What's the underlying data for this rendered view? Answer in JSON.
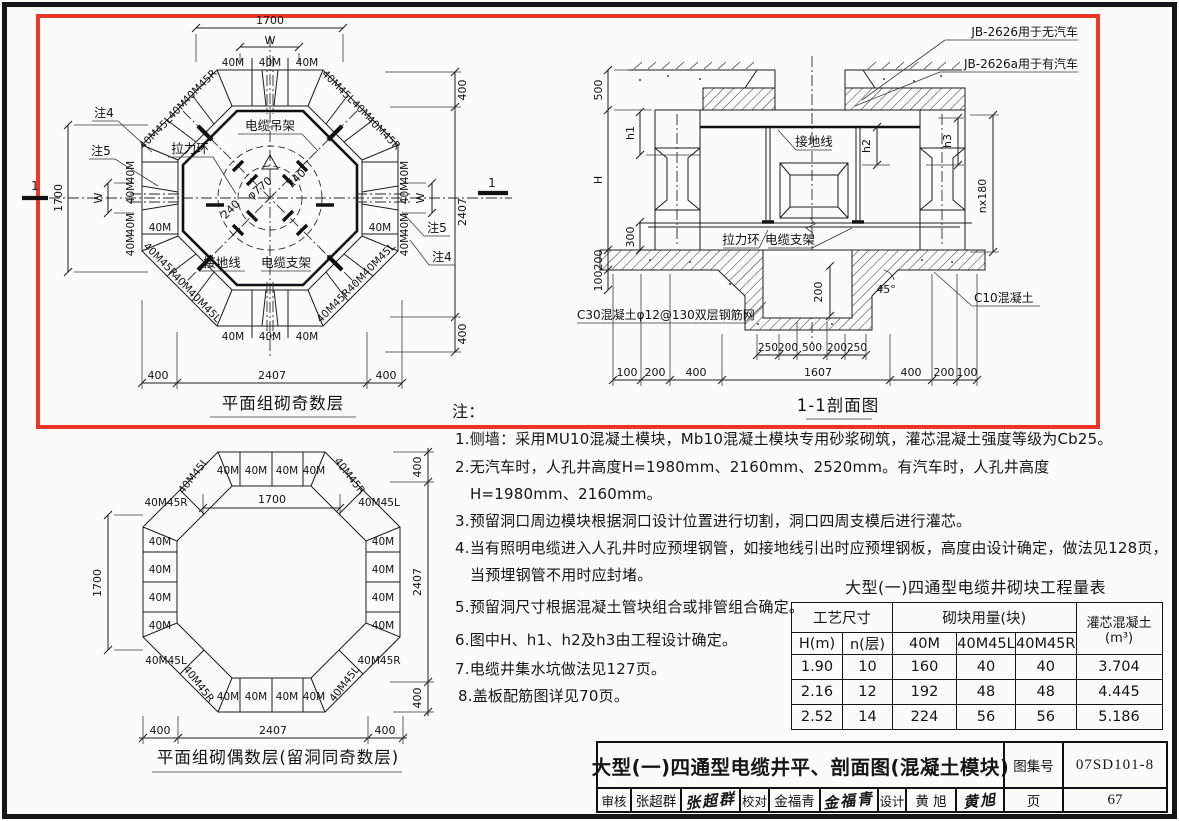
{
  "blocks": {
    "m": "40M",
    "l": "40M45L",
    "r": "40M45R"
  },
  "dims": {
    "d1700": "1700",
    "d2407": "2407",
    "d400": "400",
    "d240": "240",
    "d250": "250",
    "d500": "500",
    "d300": "300",
    "d200": "200",
    "d100": "100",
    "d1607": "1607",
    "w": "W",
    "phi770": "φ770",
    "h": "H",
    "h1": "h1",
    "h2": "h2",
    "h3": "h3",
    "nx180": "nx180",
    "a45": "45°"
  },
  "ann": {
    "cable_hanger": "电缆吊架",
    "pull_ring": "拉力环",
    "ground_wire": "接地线",
    "cable_bracket": "电缆支架",
    "note4": "注4",
    "note5": "注5",
    "sec1": "1",
    "jb_no_car": "JB-2626用于无汽车",
    "jb_car": "JB-2626a用于有汽车",
    "c30": "C30混凝土φ12@130双层钢筋网",
    "c10": "C10混凝土"
  },
  "captions": {
    "plan_odd": "平面组砌奇数层",
    "plan_even": "平面组砌偶数层(留洞同奇数层)",
    "section": "1-1剖面图"
  },
  "notes": {
    "heading": "注：",
    "lines": [
      "1.侧墙：采用MU10混凝土模块，Mb10混凝土模块专用砂浆砌筑，灌芯混凝土强度等级为Cb25。",
      "2.无汽车时，人孔井高度H=1980mm、2160mm、2520mm。有汽车时，人孔井高度",
      "H=1980mm、2160mm。",
      "3.预留洞口周边模块根据洞口设计位置进行切割，洞口四周支模后进行灌芯。",
      "4.当有照明电缆进入人孔井时应预埋钢管，如接地线引出时应预埋钢板，高度由设计确定，做法见128页，",
      "当预埋钢管不用时应封堵。",
      "5.预留洞尺寸根据混凝土管块组合或排管组合确定。",
      "6.图中H、h1、h2及h3由工程设计确定。",
      "7.电缆井集水坑做法见127页。",
      "8.盖板配筋图详见70页。"
    ]
  },
  "table": {
    "title": "大型(一)四通型电缆井砌块工程量表",
    "group_process": "工艺尺寸",
    "group_usage": "砌块用量(块)",
    "grout1": "灌芯混凝土",
    "grout2": "(m³)",
    "col_h": "H(m)",
    "col_n": "n(层)",
    "col_40m": "40M",
    "col_45l": "40M45L",
    "col_45r": "40M45R",
    "rows": [
      [
        "1.90",
        "10",
        "160",
        "40",
        "40",
        "3.704"
      ],
      [
        "2.16",
        "12",
        "192",
        "48",
        "48",
        "4.445"
      ],
      [
        "2.52",
        "14",
        "224",
        "56",
        "56",
        "5.186"
      ]
    ]
  },
  "title_block": {
    "title": "大型(一)四通型电缆井平、剖面图(混凝土模块)",
    "atlas_label": "图集号",
    "atlas_no": "07SD101-8",
    "page_label": "页",
    "page_no": "67",
    "audit_label": "审核",
    "audit_name": "张超群",
    "audit_sig": "张超群",
    "check_label": "校对",
    "check_name": "金福青",
    "check_sig": "金福青",
    "design_label": "设计",
    "design_name": "黄 旭",
    "design_sig": "黄旭"
  }
}
